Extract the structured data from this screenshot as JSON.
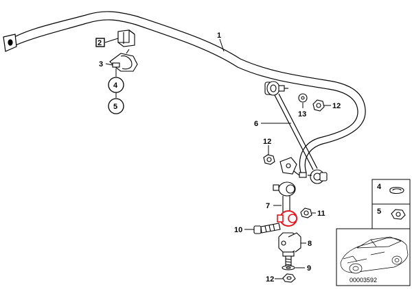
{
  "callouts": {
    "c1": "1",
    "c2": "2",
    "c3": "3",
    "c4": "4",
    "c5": "5",
    "c6": "6",
    "c7": "7",
    "c8": "8",
    "c9": "9",
    "c10": "10",
    "c11": "11",
    "c12a": "12",
    "c12b": "12",
    "c12c": "12",
    "c13": "13",
    "legend4": "4",
    "legend5": "5"
  },
  "diagram_id": "00003592",
  "colors": {
    "line": "#000000",
    "highlight": "#e8141e",
    "background": "#ffffff"
  }
}
